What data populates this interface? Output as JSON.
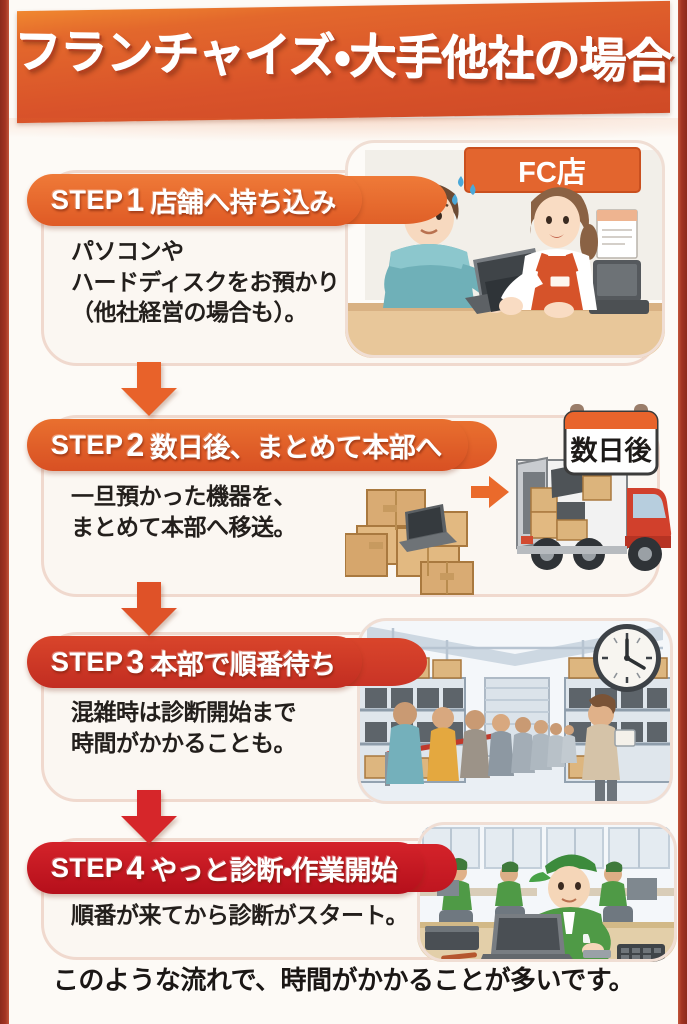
{
  "banner": {
    "title": "フランチャイズ・大手他社の場合",
    "bg_color": "#d9532a"
  },
  "steps": [
    {
      "step_label": "STEP",
      "step_number": "1",
      "heading": "店舗へ持ち込み",
      "body": "パソコンや\nハードディスクをお預かり\n（他社経営の場合も）。",
      "pill_color": "#e8622a",
      "illustration": {
        "name": "store-counter-dropoff-illustration",
        "sign_text": "FC店",
        "alt": "客がノートパソコンを店員に手渡している店舗カウンター"
      }
    },
    {
      "step_label": "STEP",
      "step_number": "2",
      "heading": "数日後、まとめて本部へ",
      "body": "一旦預かった機器を、\nまとめて本部へ移送。",
      "pill_color": "#e05c28",
      "badge_text": "数日後",
      "illustration": {
        "name": "truck-transport-illustration",
        "alt": "段ボール箱とノートパソコンを積んだトラック"
      }
    },
    {
      "step_label": "STEP",
      "step_number": "3",
      "heading": "本部で順番待ち",
      "body": "混雑時は診断開始まで\n時間がかかることも。",
      "pill_color": "#cf3a25",
      "illustration": {
        "name": "warehouse-queue-illustration",
        "alt": "倉庫で順番待ちの行列と時計"
      }
    },
    {
      "step_label": "STEP",
      "step_number": "4",
      "heading": "やっと診断・作業開始",
      "body": "順番が来てから診断がスタート。",
      "pill_color": "#c4181f",
      "illustration": {
        "name": "technician-workshop-illustration",
        "alt": "緑の作業服の技術者がノートパソコンを診断している作業場"
      }
    }
  ],
  "arrows": [
    {
      "name": "arrow-step1-to-step2",
      "color": "#e8622a"
    },
    {
      "name": "arrow-step2-to-step3",
      "color": "#df5228"
    },
    {
      "name": "arrow-step3-to-step4",
      "color": "#d6262a"
    }
  ],
  "footer": {
    "text": "このような流れで、時間がかかることが多いです。"
  }
}
